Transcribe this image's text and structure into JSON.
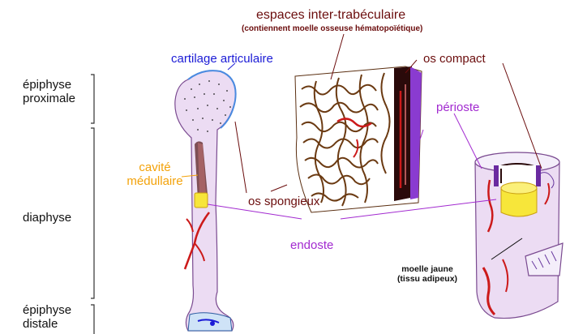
{
  "labels": {
    "epiphyse_proximale": "épiphyse\nproximale",
    "diaphyse": "diaphyse",
    "epiphyse_distale": "épiphyse\ndistale",
    "cartilage_articulaire": "cartilage articulaire",
    "cavite_medullaire": "cavité\nmédullaire",
    "espaces_inter_trabeculaire": "espaces inter-trabéculaire",
    "espaces_inter_trabeculaire_note": "(contiennent moelle osseuse hématopoïétique)",
    "os_compact": "os compact",
    "perioste": "périoste",
    "os_spongieux": "os spongieux",
    "endoste": "endoste",
    "moelle_jaune": "moelle jaune\n(tissu adipeux)"
  },
  "colors": {
    "black": "#111111",
    "maroon": "#6b0d0d",
    "blue": "#1b1bd6",
    "purple": "#a22ad0",
    "orange": "#f3a20a",
    "bone_fill": "#ecdcf3",
    "marrow_yellow": "#f7e63a",
    "vessel_red": "#cc1a1a"
  }
}
